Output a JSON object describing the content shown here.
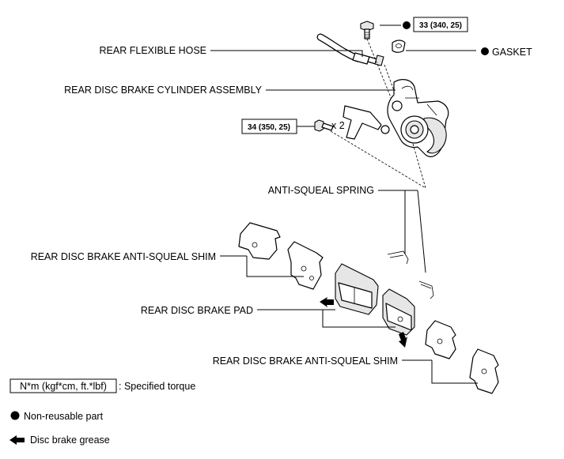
{
  "labels": {
    "rear_flexible_hose": "REAR FLEXIBLE HOSE",
    "cylinder_assembly": "REAR DISC BRAKE CYLINDER ASSEMBLY",
    "gasket": "GASKET",
    "anti_squeal_spring": "ANTI-SQUEAL SPRING",
    "anti_squeal_shim_upper": "REAR DISC BRAKE ANTI-SQUEAL SHIM",
    "brake_pad": "REAR DISC BRAKE PAD",
    "anti_squeal_shim_lower": "REAR DISC BRAKE ANTI-SQUEAL SHIM"
  },
  "torques": {
    "union_bolt": "33 (340, 25)",
    "mounting_bolt": "34 (350, 25)",
    "mounting_bolt_qty": "x 2"
  },
  "legend": {
    "torque_box": "N*m (kgf*cm, ft.*lbf)",
    "torque_desc": ": Specified torque",
    "non_reusable": "Non-reusable part",
    "grease": "Disc brake grease"
  }
}
